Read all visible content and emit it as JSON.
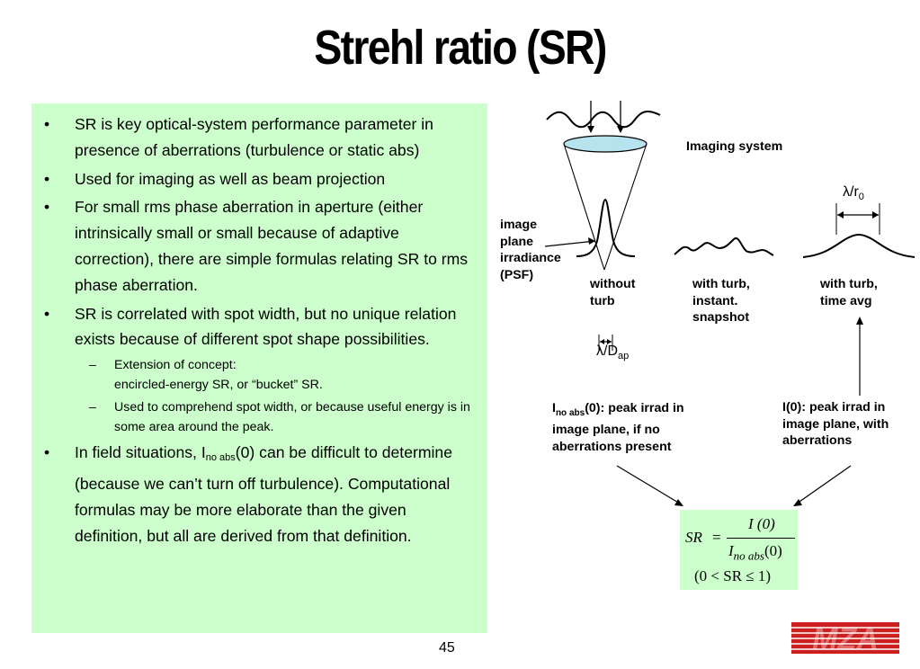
{
  "title": "Strehl ratio (SR)",
  "bullets": [
    {
      "type": "b",
      "text": "SR is key optical-system performance parameter in presence of aberrations (turbulence or static abs)"
    },
    {
      "type": "b",
      "text": "Used for imaging as well as beam projection"
    },
    {
      "type": "b",
      "text": "For small rms phase aberration in aperture (either intrinsically small or small because of adaptive correction), there are simple formulas relating SR to rms phase aberration."
    },
    {
      "type": "b",
      "text": "SR is correlated with spot width, but no unique relation exists because of different spot shape possibilities."
    },
    {
      "type": "s",
      "line1": "Extension of concept:",
      "line2": "encircled-energy SR, or “bucket” SR."
    },
    {
      "type": "s",
      "text": "Used to comprehend spot width, or because useful energy is in some area around the peak."
    },
    {
      "type": "b",
      "pre": "In field situations, I",
      "sub": "no abs",
      "post": "(0) can be difficult to determine (because we can’t turn off turbulence). Computational formulas may be more elaborate than the given definition, but all are derived from that definition."
    }
  ],
  "diagram": {
    "imaging_system": "Imaging system",
    "psf_label": [
      "image",
      "plane",
      "irradiance",
      "(PSF)"
    ],
    "without_turb": [
      "without",
      "turb"
    ],
    "with_turb_instant": [
      "with turb,",
      "instant.",
      "snapshot"
    ],
    "with_turb_avg": [
      "with turb,",
      "time avg"
    ],
    "lambda_r0": {
      "lambda": "λ/r",
      "sub": "0"
    },
    "lambda_dap": {
      "lambda": "λ/D",
      "sub": "ap"
    },
    "i_noabs": {
      "pre": "I",
      "sub": "no abs",
      "post": "(0): peak irrad in",
      "line2": "image plane, if no",
      "line3": "aberrations present"
    },
    "i0": [
      "I(0): peak irrad in",
      "image plane, with",
      "aberrations"
    ]
  },
  "formula": {
    "sr": "SR",
    "eq": "=",
    "num": "I (0)",
    "den_i": "I",
    "den_sub": "no abs",
    "den_post": "(0)",
    "cond": "(0 < SR ≤ 1)"
  },
  "page_number": "45",
  "logo": {
    "text": "MZA",
    "color": "#cc1f1f"
  }
}
